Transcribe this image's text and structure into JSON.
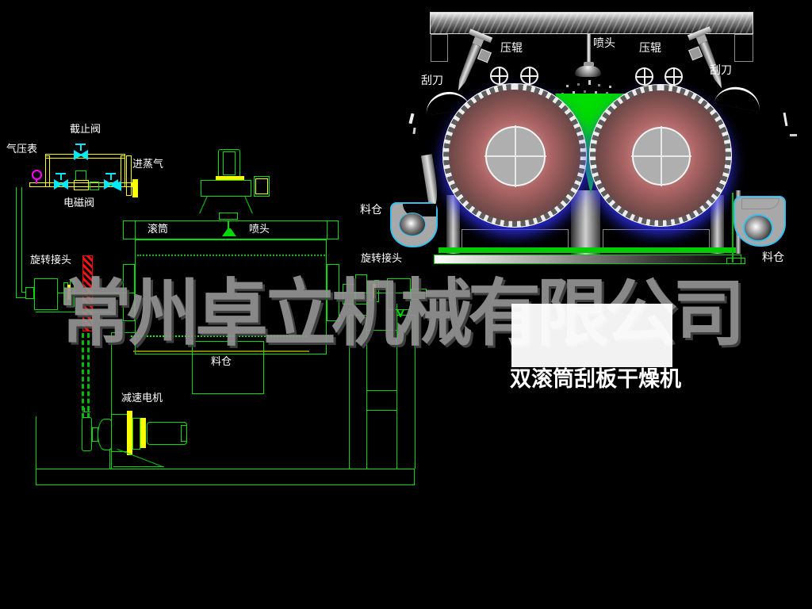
{
  "title": {
    "text": "双滚筒刮板干燥机"
  },
  "watermark": {
    "text": "常州卓立机械有限公司"
  },
  "cad": {
    "labels": {
      "stop_valve": "截止阀",
      "pressure_gauge": "气压表",
      "steam_inlet": "进蒸气",
      "solenoid_valve": "电磁阀",
      "drum": "滚筒",
      "spray_head": "喷头",
      "rotary_joint_left": "旋转接头",
      "rotary_joint_right": "旋转接头",
      "hopper": "料仓",
      "gear_motor": "减速电机"
    }
  },
  "illustration": {
    "labels": {
      "scraper_left": "刮刀",
      "press_roller_left": "压辊",
      "spray_head": "喷头",
      "press_roller_right": "压辊",
      "scraper_right": "刮刀",
      "hopper_left": "料仓",
      "hopper_right": "料仓"
    }
  },
  "colors": {
    "cad_line_green": "#00e000",
    "pipe_yellow": "#ffff00",
    "valve_cyan": "#00eaff",
    "gauge_magenta": "#ff00ff",
    "shaft_hatch_red": "#ff0000",
    "scraper_line_olive": "#808000",
    "material_green": "#00dd00",
    "drum_body_red": "#aa6363",
    "drum_glow_blue": "#3232ff",
    "watermark_gray": "#949494",
    "background": "#000000"
  }
}
